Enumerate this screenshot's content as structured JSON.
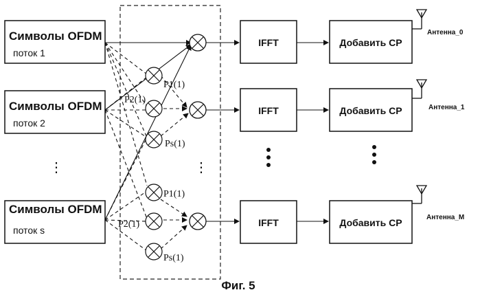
{
  "figure": {
    "caption": "Фиг. 5",
    "sources": [
      {
        "title": "Символы OFDM",
        "stream": "поток 1"
      },
      {
        "title": "Символы OFDM",
        "stream": "поток 2"
      },
      {
        "title": "Символы OFDM",
        "stream": "поток s"
      }
    ],
    "multiplier_labels": {
      "p1_top": "P1(1)",
      "p2_top": "P2(1)",
      "ps_top": "Ps(1)",
      "p1_bottom": "P1(1)",
      "p2_bottom": "P2(1)",
      "ps_bottom": "Ps(1)"
    },
    "chains": [
      {
        "ifft": "IFFT",
        "cp": "Добавить CP",
        "antenna": "Антенна_0"
      },
      {
        "ifft": "IFFT",
        "cp": "Добавить CP",
        "antenna": "Антенна_1"
      },
      {
        "ifft": "IFFT",
        "cp": "Добавить CP",
        "antenna": "Антенна_M"
      }
    ],
    "vdots_left": "⋮",
    "vdots_mid": "⋮"
  }
}
